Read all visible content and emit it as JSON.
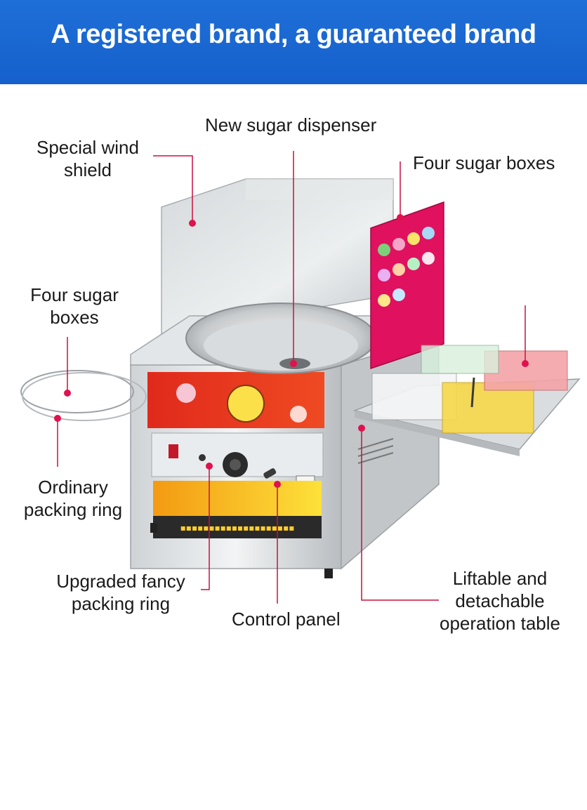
{
  "banner": {
    "title": "A registered brand, a guaranteed brand",
    "color": "#1565d6"
  },
  "product": {
    "name": "cotton-candy-machine",
    "accent_color": "#e0114e"
  },
  "callouts": {
    "sugar_dispenser": "New sugar dispenser",
    "wind_shield": "Special wind\nshield",
    "sugar_boxes_top": "Four sugar boxes",
    "sugar_boxes_left": "Four sugar\nboxes",
    "ordinary_ring": "Ordinary\npacking ring",
    "fancy_ring": "Upgraded fancy\npacking ring",
    "control_panel": "Control panel",
    "operation_table": "Liftable and\ndetachable\noperation table"
  }
}
